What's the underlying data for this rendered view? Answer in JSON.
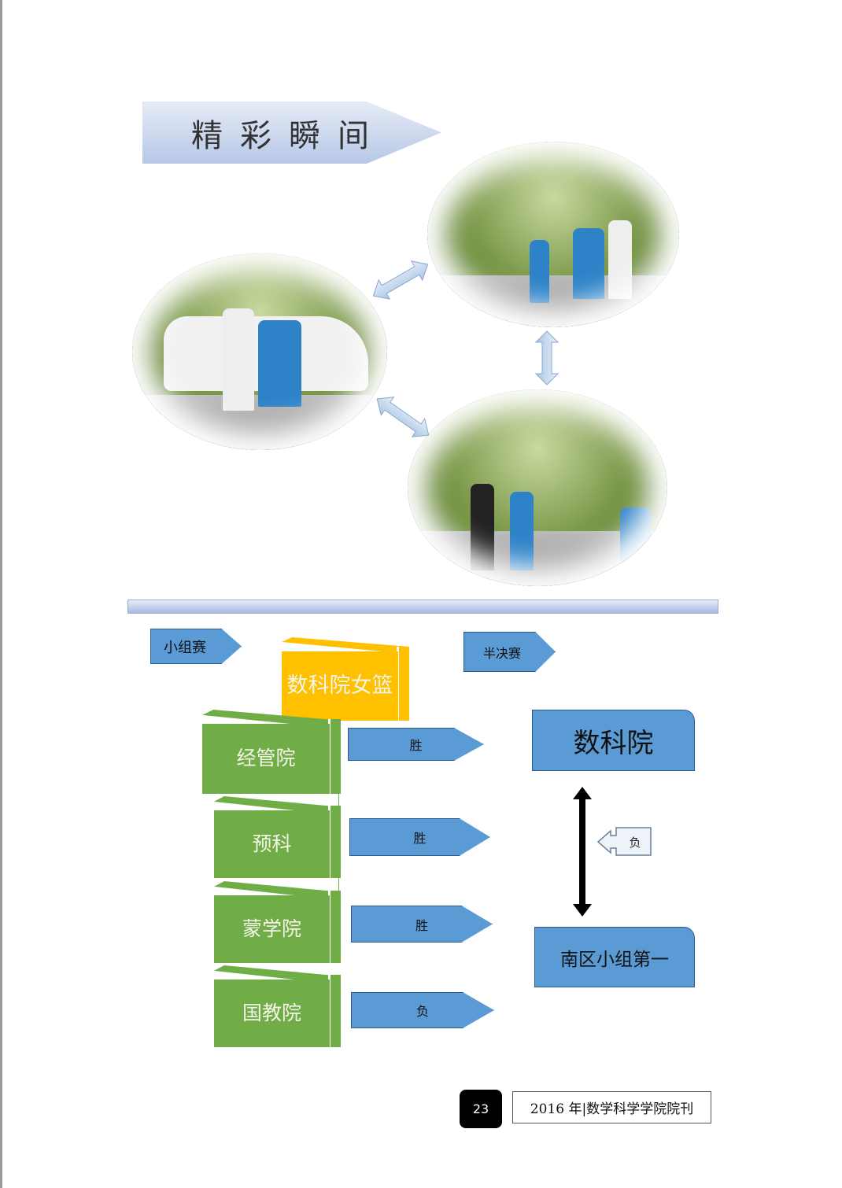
{
  "banner": {
    "title": "精彩瞬间"
  },
  "diagram": {
    "group_stage_label": "小组赛",
    "semifinal_label": "半决赛",
    "team_main": "数科院女篮",
    "opponents": [
      {
        "team": "经管院",
        "result": "胜"
      },
      {
        "team": "预科",
        "result": "胜"
      },
      {
        "team": "蒙学院",
        "result": "胜"
      },
      {
        "team": "国教院",
        "result": "负"
      }
    ],
    "semifinal_top": "数科院",
    "semifinal_bottom": "南区小组第一",
    "semifinal_result": "负"
  },
  "footer": {
    "page_number": "23",
    "publication": "2016 年|数学科学学院院刊"
  }
}
